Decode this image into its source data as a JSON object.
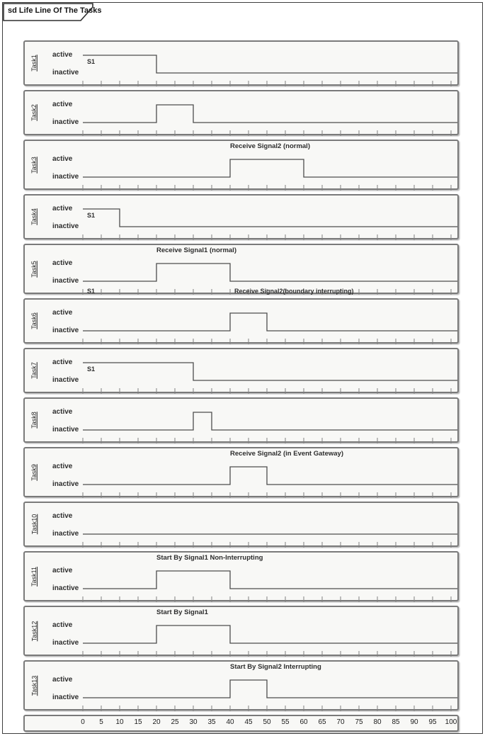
{
  "frame": {
    "title": "sd Life Line Of The Tasks"
  },
  "state_labels": {
    "active": "active",
    "inactive": "inactive"
  },
  "axis": {
    "ticks": [
      0,
      5,
      10,
      15,
      20,
      25,
      30,
      35,
      40,
      45,
      50,
      55,
      60,
      65,
      70,
      75,
      80,
      85,
      90,
      95,
      100
    ],
    "min": 0,
    "max": 100
  },
  "colors": {
    "panel_background": "#f8f8f6",
    "panel_border": "#7a7a7a",
    "waveform_line": "#4d4d4d",
    "tick_mark": "#808080",
    "text": "#2d2d2d"
  },
  "tasks": [
    {
      "name": "Task1",
      "initial": "active",
      "transitions": [
        20
      ],
      "s1": "S1"
    },
    {
      "name": "Task2",
      "initial": "inactive",
      "transitions": [
        20,
        30
      ]
    },
    {
      "name": "Task3",
      "initial": "inactive",
      "transitions": [
        40,
        60
      ],
      "annotation": {
        "text": "Receive Signal2 (normal)",
        "at": 40
      }
    },
    {
      "name": "Task4",
      "initial": "active",
      "transitions": [
        10
      ],
      "s1": "S1"
    },
    {
      "name": "Task5",
      "initial": "inactive",
      "transitions": [
        20,
        40
      ],
      "annotation": {
        "text": "Receive Signal1 (normal)",
        "at": 20
      },
      "bottom_labels": [
        {
          "text": "S1",
          "at": 0
        },
        {
          "text": "Receive Signal2(boundary interrupting)",
          "at": 40
        }
      ]
    },
    {
      "name": "Task6",
      "initial": "inactive",
      "transitions": [
        40,
        50
      ]
    },
    {
      "name": "Task7",
      "initial": "active",
      "transitions": [
        30
      ],
      "s1": "S1"
    },
    {
      "name": "Task8",
      "initial": "inactive",
      "transitions": [
        30,
        35
      ]
    },
    {
      "name": "Task9",
      "initial": "inactive",
      "transitions": [
        40,
        50
      ],
      "annotation": {
        "text": "Receive Signal2 (in Event Gateway)",
        "at": 40
      }
    },
    {
      "name": "Task10",
      "initial": "inactive",
      "transitions": []
    },
    {
      "name": "Task11",
      "initial": "inactive",
      "transitions": [
        20,
        40
      ],
      "annotation": {
        "text": "Start By Signal1 Non-Interrupting",
        "at": 20
      }
    },
    {
      "name": "Task12",
      "initial": "inactive",
      "transitions": [
        20,
        40
      ],
      "annotation": {
        "text": "Start By Signal1",
        "at": 20
      }
    },
    {
      "name": "Task13",
      "initial": "inactive",
      "transitions": [
        40,
        50
      ],
      "annotation": {
        "text": "Start By Signal2 Interrupting",
        "at": 40
      }
    }
  ]
}
